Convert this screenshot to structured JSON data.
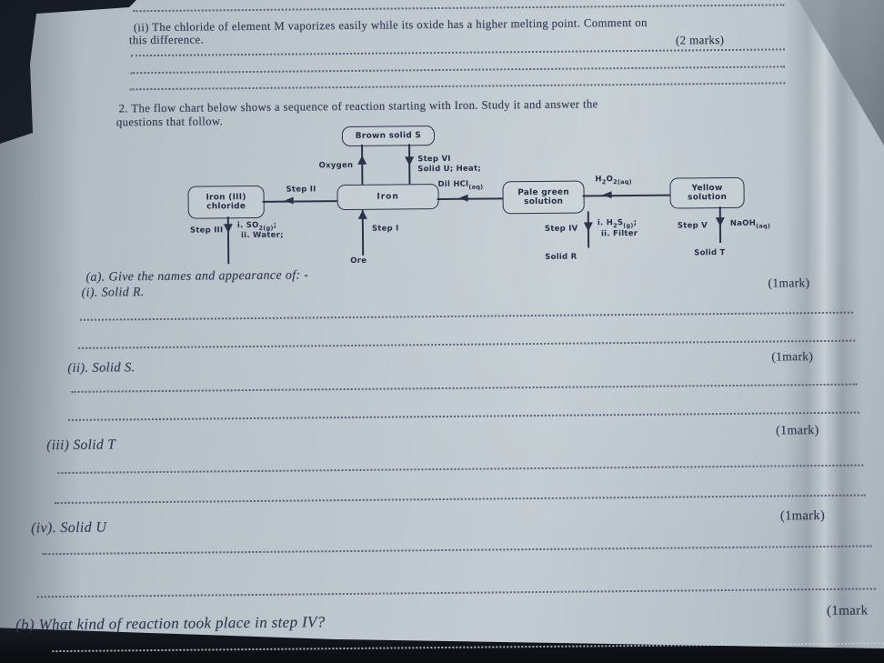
{
  "colors": {
    "paper": "#bac4cb",
    "ink": "#333b54",
    "chart_ink": "#272f47",
    "photo_background": "#10141a"
  },
  "q1ii": {
    "lines": [
      "(ii) The chloride of element M vaporizes easily while its oxide has a higher melting point. Comment on",
      "this difference."
    ],
    "marks": "(2 marks)"
  },
  "q2": {
    "intro_lines": [
      "2. The flow chart below shows a sequence of reaction starting with Iron. Study it and answer the",
      "questions that follow."
    ],
    "flowchart": {
      "brown_solid_s": "Brown solid S",
      "iron": "Iron",
      "iron_iii_chloride": [
        "Iron (III)",
        "chloride"
      ],
      "pale_green": [
        "Pale green",
        "solution"
      ],
      "yellow": [
        "Yellow",
        "solution"
      ],
      "oxygen": "Oxygen",
      "step_vi": "Step VI",
      "step_vi_cond": "Solid U; Heat;",
      "step_ii": "Step II",
      "dil_hcl": {
        "main": "Dil HCl",
        "sub": "(aq)"
      },
      "h2o2": {
        "p1": "H",
        "s1": "2",
        "p2": "O",
        "s2": "2(aq)"
      },
      "step_iii": "Step III",
      "step_iii_i": {
        "p1": "i. SO",
        "s1": "2(g)",
        "tail": ";"
      },
      "step_iii_ii": "ii. Water;",
      "step_i": "Step I",
      "ore": "Ore",
      "step_iv": "Step IV",
      "step_iv_i": {
        "p1": "i. H",
        "s1": "2",
        "p2": "S",
        "s2": "(g)",
        "tail": ";"
      },
      "step_iv_ii": "ii. Filter",
      "solid_r": "Solid R",
      "step_v": "Step V",
      "naoh": {
        "main": "NaOH",
        "sub": "(aq)"
      },
      "solid_t": "Solid T"
    }
  },
  "qa": {
    "heading": "(a). Give the names and appearance of: -",
    "items": [
      {
        "label": "(i). Solid R.",
        "marks": "(1mark)"
      },
      {
        "label": "(ii). Solid S.",
        "marks": "(1mark)"
      },
      {
        "label": "(iii) Solid T",
        "marks": "(1mark)"
      },
      {
        "label": "(iv). Solid U",
        "marks": "(1mark)"
      }
    ]
  },
  "qb": {
    "text": "(b) What kind of reaction took place in step IV?",
    "marks": "(1mark"
  }
}
